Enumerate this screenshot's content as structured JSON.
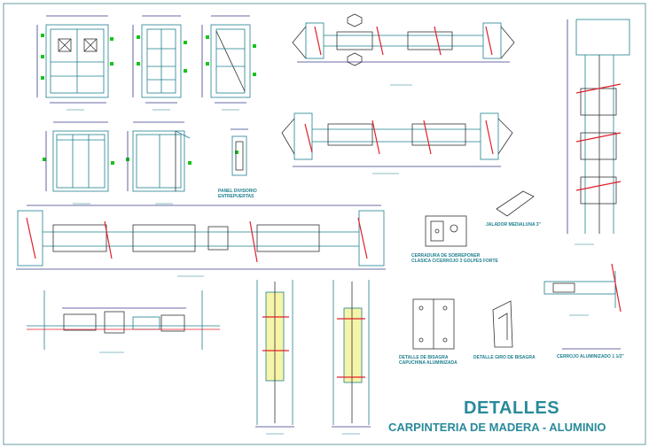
{
  "sheet": {
    "title": "DETALLES",
    "subtitle": "CARPINTERIA DE MADERA - ALUMINIO"
  },
  "notes": {
    "panel_divisorio_line1": "PANEL DIVISORIO",
    "panel_divisorio_line2": "ENTREPUERTAS",
    "jalador": "JALADOR MEDIALUNA 3\"",
    "cerradura_line1": "CERRADURA DE SOBREPONER",
    "cerradura_line2": "CLASICA C/CERROJO 3 GOLPES FORTE",
    "bisagra_line1": "DETALLE DE BISAGRA",
    "bisagra_line2": "CAPUCHINA ALUMINIZADA",
    "giro_bisagra": "DETALLE GIRO DE BISAGRA",
    "cerrojo": "CERROJO ALUMINIZADO 1 1/2\""
  },
  "colors": {
    "line": "#1e7f8f",
    "dimension": "#3a3a8a",
    "cut": "#e0202a",
    "accent": "#19c21c",
    "wood": "#f6f4a8",
    "title": "#2a8a9a"
  }
}
